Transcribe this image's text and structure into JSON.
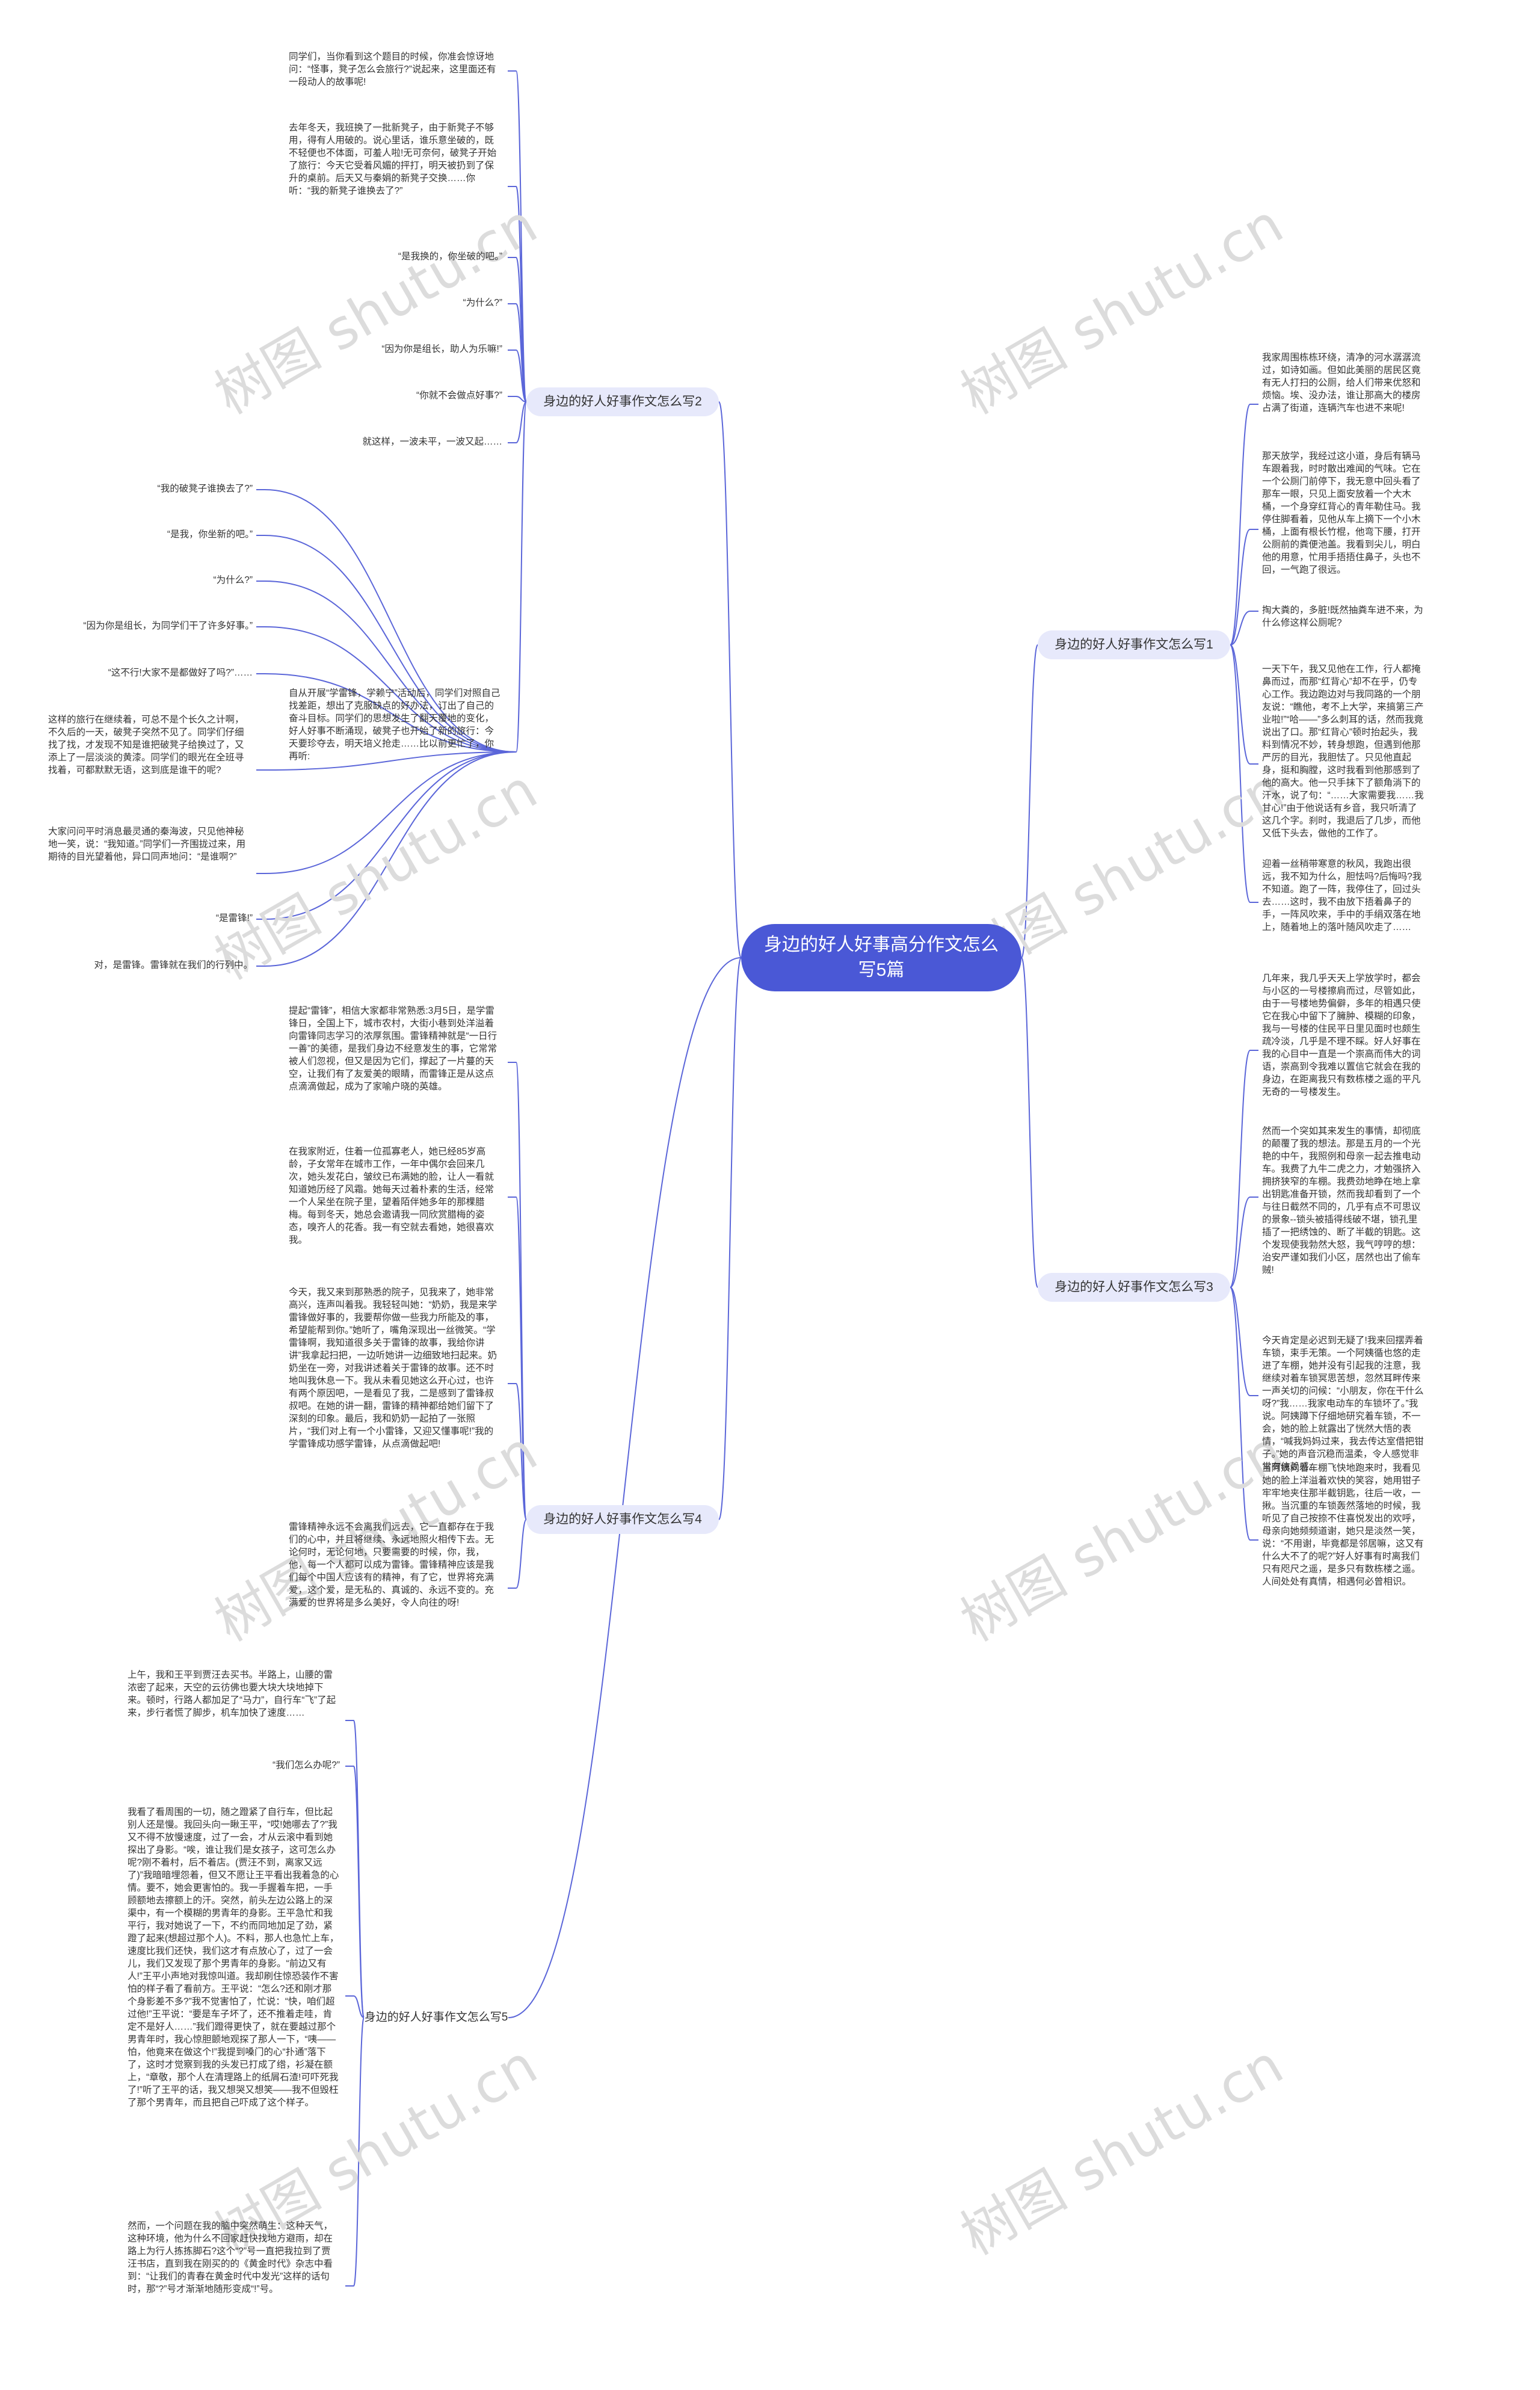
{
  "watermark": "树图 shutu.cn",
  "root": {
    "label": "身边的好人好事高分作文怎么写5篇"
  },
  "branches": [
    {
      "label": "身边的好人好事作文怎么写1",
      "leaves": [
        "我家周围栋栋环绕，清净的河水潺潺流过，如诗如画。但如此美丽的居民区竟有无人打扫的公厕，给人们带来优怒和烦恼。埃、没办法，谁让那高大的楼房占满了街道，连辆汽车也进不来呢!",
        "那天放学，我经过这小道，身后有辆马车跟着我，时时散出难闻的气味。它在一个公厕门前停下，我无意中回头看了那车一眼，只见上面安放着一个大木桶，一个身穿红背心的青年勒住马。我停住脚看着，见他从车上摘下一个小木桶，上面有根长竹棍，他弯下腰，打开公厕前的粪便池盖。我看到尖儿，明白他的用意，忙用手捂捂住鼻子，头也不回，一气跑了很远。",
        "掏大粪的，多脏!既然抽粪车进不来，为什么修这样公厕呢?",
        "一天下午，我又见他在工作，行人都掩鼻而过，而那“红背心”却不在乎，仍专心工作。我边跑边对与我同路的一个朋友说：“瞧他，考不上大学，来搞第三产业啦!”“哈——”多么刺耳的话，然而我竟说出了口。那“红背心”顿时抬起头，我料到情况不妙，转身想跑，但遇到他那严厉的目光，我胆怯了。只见他直起身，挺和胸膛，这时我看到他那感到了他的高大。他一只手抹下了额角淌下的汗水，说了句：“……大家需要我……我甘心!”由于他说话有乡音，我只听清了这几个字。刹时，我退后了几步，而他又低下头去，做他的工作了。",
        "迎着一丝稍带寒意的秋风，我跑出很远，我不知为什么，胆怯吗?后悔吗?我不知道。跑了一阵，我停住了，回过头去……这时，我不由放下捂着鼻子的手，一阵风吹来，手中的手绢双落在地上，随着地上的落叶随风吹走了……"
      ]
    },
    {
      "label": "身边的好人好事作文怎么写2",
      "leaves": [
        "同学们，当你看到这个题目的时候，你准会惊讶地问：“怪事，凳子怎么会旅行?”说起来，这里面还有一段动人的故事呢!",
        "去年冬天，我班换了一批新凳子，由于新凳子不够用，得有人用破的。说心里话，谁乐意坐破的，既不轻便也不体面，可羞人啦!无可奈何，破凳子开始了旅行：今天它受着风媚的抨打，明天被扔到了保升的桌前。后天又与秦娟的新凳子交换……你听：“我的新凳子谁换去了?”",
        "“是我换的，你坐破的吧。”",
        "“为什么?”",
        "“因为你是组长，助人为乐嘛!”",
        "“你就不会做点好事?”",
        "就这样，一波未平，一波又起……",
        "“我的破凳子谁换去了?”",
        "“是我，你坐新的吧。”",
        "“为什么?”",
        "“因为你是组长，为同学们干了许多好事。”",
        "“这不行!大家不是都做好了吗?”……",
        "这样的旅行在继续着，可总不是个长久之计啊，不久后的一天，破凳子突然不见了。同学们仔细找了找，才发现不知是谁把破凳子给换过了，又添上了一层淡淡的黄漆。同学们的眼光在全班寻找着，可都默默无语，这到底是谁干的呢?",
        "大家问问平时消息最灵通的秦海波，只见他神秘地一笑，说：“我知道。”同学们一齐围拢过来，用期待的目光望着他，异口同声地问：“是谁啊?”",
        "“是雷锋!”",
        "对，是雷锋。雷锋就在我们的行列中。",
        "自从开展“学雷锋，学赖宁”活动后，同学们对照自己找差距，想出了克服缺点的好办法，订出了自己的奋斗目标。同学们的思想发生了翻天覆地的变化，好人好事不断涌现，破凳子也开始了新的旅行：今天要珍夺去，明天培义抢走……比以前更忙了，你再听:"
      ]
    },
    {
      "label": "身边的好人好事作文怎么写3",
      "leaves": [
        "几年来，我几乎天天上学放学时，都会与小区的一号楼擦肩而过，尽管如此，由于一号楼地势偏僻，多年的相遇只使它在我心中留下了臃肿、模糊的印象，我与一号楼的住民平日里见面时也颇生疏冷淡，几乎是不理不睬。好人好事在我的心目中一直是一个崇高而伟大的词语，崇高到令我难以置信它就会在我的身边，在距离我只有数栋楼之遥的平凡无奇的一号楼发生。",
        "然而一个突如其来发生的事情，却彻底的颠覆了我的想法。那是五月的一个光艳的中午，我照例和母亲一起去推电动车。我费了九牛二虎之力，才勉强挤入拥挤狭窄的车棚。我费劲地睁在地上拿出钥匙准备开锁，然而我却看到了一个与往日截然不同的，几乎有点不可思议的景象--锁头被插得线破不堪，锁孔里插了一把绣蚀的、断了半截的钥匙。这个发现使我勃然大怒，我气哼哼的想：治安严谨如我们小区，居然也出了偷车贼!",
        "今天肯定是必迟到无疑了!我来回摆弄着车锁，束手无策。一个阿姨循也悠的走进了车棚，她并没有引起我的注意，我继续对着车锁冥思苦想，忽然耳畔传来一声关切的问候：“小朋友，你在干什么呀?”我……我家电动车的车锁坏了。”我说。阿姨蹲下仔细地研究着车锁，不一会，她的脸上就露出了恍然大悟的表情，“喊我妈妈过来，我去传达室借把钳子。”她的声音沉稳而温柔，令人感觉非常有信赖感。",
        "当阿姨向着车棚飞快地跑来时，我看见她的脸上洋溢着欢快的笑容，她用钳子牢牢地夹住那半截钥匙，往后一收，一揪。当沉重的车锁轰然落地的时候，我听见了自己按捺不住喜悦发出的欢呼，母亲向她频频道谢，她只是淡然一笑，说：“不用谢，毕竟都是邻居嘛，这又有什么大不了的呢?”好人好事有时离我们只有咫尺之遥，是多只有数栋楼之遥。人间处处有真情，相遇何必曾相识。"
      ]
    },
    {
      "label": "身边的好人好事作文怎么写4",
      "leaves": [
        "提起“雷锋”，相信大家都非常熟悉:3月5日，是学雷锋日，全国上下，城市农村，大街小巷到处洋溢着向雷锋同志学习的浓厚氛围。雷锋精神就是“一日行一善”的美德，是我们身边不经意发生的事，它常常被人们忽视，但又是因为它们，撑起了一片蔓的天空，让我们有了友爱美的眼睛，而雷锋正是从这点点滴滴做起，成为了家喻户晓的英雄。",
        "在我家附近，住着一位孤寡老人，她已经85岁高龄，子女常年在城市工作，一年中偶尔会回来几次，她头发花白，皱纹已布满她的脸，让人一看就知道她历经了风霜。她每天过着朴素的生活，经常一个人呆坐在院子里，望着陌伴她多年的那棵腊梅。每到冬天，她总会邀请我一同欣赏腊梅的姿态，嗅齐人的花香。我一有空就去看她，她很喜欢我。",
        "今天，我又来到那熟悉的院子，见我来了，她非常高兴，连声叫着我。我轻轻叫她：“奶奶，我是来学雷锋做好事的，我要帮你做一些我力所能及的事，希望能帮到你。”她听了，嘴角深现出一丝微笑。“学雷锋啊，我知道很多关于雷锋的故事，我给你讲讲”我拿起扫把，一边听她讲一边细致地扫起来。奶奶坐在一旁，对我讲述着关于雷锋的故事。还不时地叫我休息一下。我从未看见她这么开心过，也许有两个原因吧，一是看见了我，二是感到了雷锋叔叔吧。在她的讲一翻，雷锋的精神都给她们留下了深刻的印象。最后，我和奶奶一起拍了一张照片，“我们对上有一个小雷锋，又迎又懂事呢!”我的学雷锋成功感学雷锋，从点滴做起吧!",
        "雷锋精神永远不会离我们远去，它一直都存在于我们的心中，并且将继续、永远地照火相传下去。无论何时，无论何地，只要需要的时候，你，我，他，每一个人都可以成为雷锋。雷锋精神应该是我们每个中国人应该有的精神，有了它，世界将充满爱，这个爱，是无私的、真诚的、永远不变的。充满爱的世界将是多么美好，令人向往的呀!"
      ]
    },
    {
      "label": "身边的好人好事作文怎么写5",
      "leaves": [
        "上午，我和王平到贾汪去买书。半路上，山腰的雷浓密了起来，天空的云彷佛也要大块大块地掉下来。顿时，行路人都加足了“马力”，自行车“飞”了起来，步行者慌了脚步，机车加快了速度……",
        "“我们怎么办呢?”",
        "我看了看周围的一切，随之蹬紧了自行车，但比起别人还是慢。我回头向一瞅王平，“哎!她哪去了?”我又不得不放慢速度，过了一会，才从云滚中看到她探出了身影。“唉，谁让我们是女孩子，这可怎么办呢?刚不着村，后不着店。(贾汪不到，离家又远了)”我暗暗埋怨着，但又不愿让王平看出我着急的心情。要不，她会更害怕的。我一手握着车把，一手顾额地去擦额上的汗。突然，前头左边公路上的深渠中，有一个模糊的男青年的身影。王平急忙和我平行，我对她说了一下，不约而同地加足了劲，紧蹬了起来(想超过那个人)。不料，那人也急忙上车，速度比我们还快，我们这才有点放心了，过了一会儿，我们又发现了那个男青年的身影。“前边又有人!”王平小声地对我惊叫道。我却刷住惊恐装作不害怕的样子看了看前方。王平说：“怎么?还和刚才那个身影差不多?”我不觉害怕了，忙说：“快，咱们超过他!”王平说：“要是车子坏了，还不推着走哇，肯定不是好人……”我们蹬得更快了，就在要越过那个男青年时，我心惊胆颤地观探了那人一下，“咦——怕，他竟来在做这个!”我提到嗓门的心“扑通”落下了，这时才觉察到我的头发已打成了绺，衫凝在额上，“章敬，那个人在清理路上的纸屑石渣!可吓死我了!”听了王平的话，我又想哭又想笑——我不但毁枉了那个男青年，而且把自己吓成了这个样子。",
        "然而，一个问题在我的脑中突然萌生：这种天气，这种环境，他为什么不回家赶快找地方避雨，却在路上为行人拣拣脚石?这个“?”号一直把我拉到了贾汪书店，直到我在刚买的的《黄金时代》杂志中看到：“让我们的青春在黄金时代中发光”这样的话句时，那“?”号才渐渐地随形变成“!”号。"
      ]
    }
  ]
}
